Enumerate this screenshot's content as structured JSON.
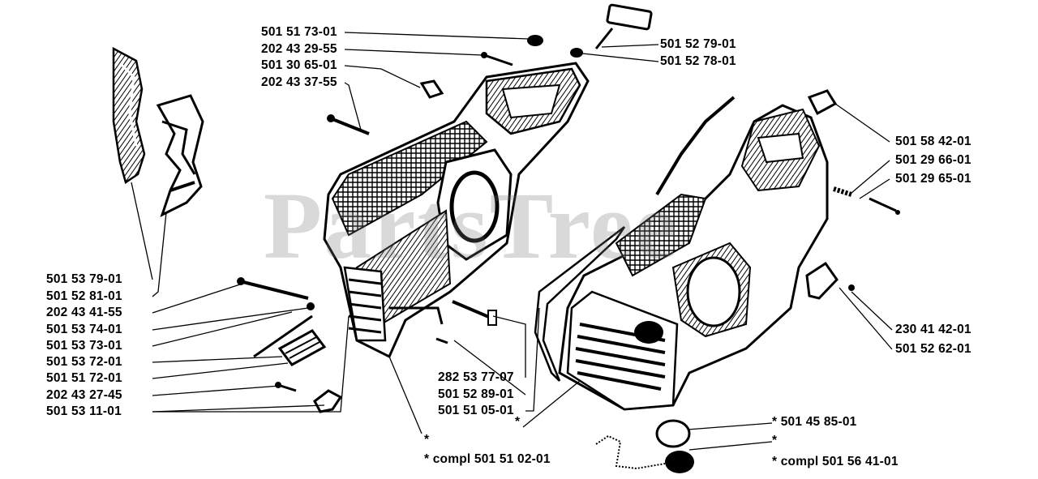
{
  "watermark": "PartsTree",
  "labels": [
    {
      "id": "p-501517301",
      "text": "501 51 73-01"
    },
    {
      "id": "p-202432955",
      "text": "202 43 29-55"
    },
    {
      "id": "p-501306501",
      "text": "501 30 65-01"
    },
    {
      "id": "p-202433755",
      "text": "202 43 37-55"
    },
    {
      "id": "p-501527901",
      "text": "501 52 79-01"
    },
    {
      "id": "p-501527801",
      "text": "501 52 78-01"
    },
    {
      "id": "p-501584201",
      "text": "501 58 42-01"
    },
    {
      "id": "p-501296601",
      "text": "501 29 66-01"
    },
    {
      "id": "p-501296501",
      "text": "501 29 65-01"
    },
    {
      "id": "p-501537901",
      "text": "501 53 79-01"
    },
    {
      "id": "p-501528101",
      "text": "501 52 81-01"
    },
    {
      "id": "p-202434155",
      "text": "202 43 41-55"
    },
    {
      "id": "p-501537401",
      "text": "501 53 74-01"
    },
    {
      "id": "p-501537301",
      "text": "501 53 73-01"
    },
    {
      "id": "p-501537201",
      "text": "501 53 72-01"
    },
    {
      "id": "p-501517201",
      "text": "501 51 72-01"
    },
    {
      "id": "p-202432745",
      "text": "202 43 27-45"
    },
    {
      "id": "p-501531101",
      "text": "501 53 11-01"
    },
    {
      "id": "p-282537707",
      "text": "282 53 77-07"
    },
    {
      "id": "p-501528901",
      "text": "501 52 89-01"
    },
    {
      "id": "p-501510501",
      "text": "501 51 05-01"
    },
    {
      "id": "p-star-1",
      "text": "*"
    },
    {
      "id": "p-star-2",
      "text": "*"
    },
    {
      "id": "p-compl-501510201",
      "text": "*  compl 501 51 02-01"
    },
    {
      "id": "p-230414201",
      "text": "230 41 42-01"
    },
    {
      "id": "p-501526201",
      "text": "501 52 62-01"
    },
    {
      "id": "p-501458501",
      "text": "*  501 45 85-01"
    },
    {
      "id": "p-star-3",
      "text": "*"
    },
    {
      "id": "p-compl-501564101",
      "text": "*  compl 501 56 41-01"
    }
  ]
}
